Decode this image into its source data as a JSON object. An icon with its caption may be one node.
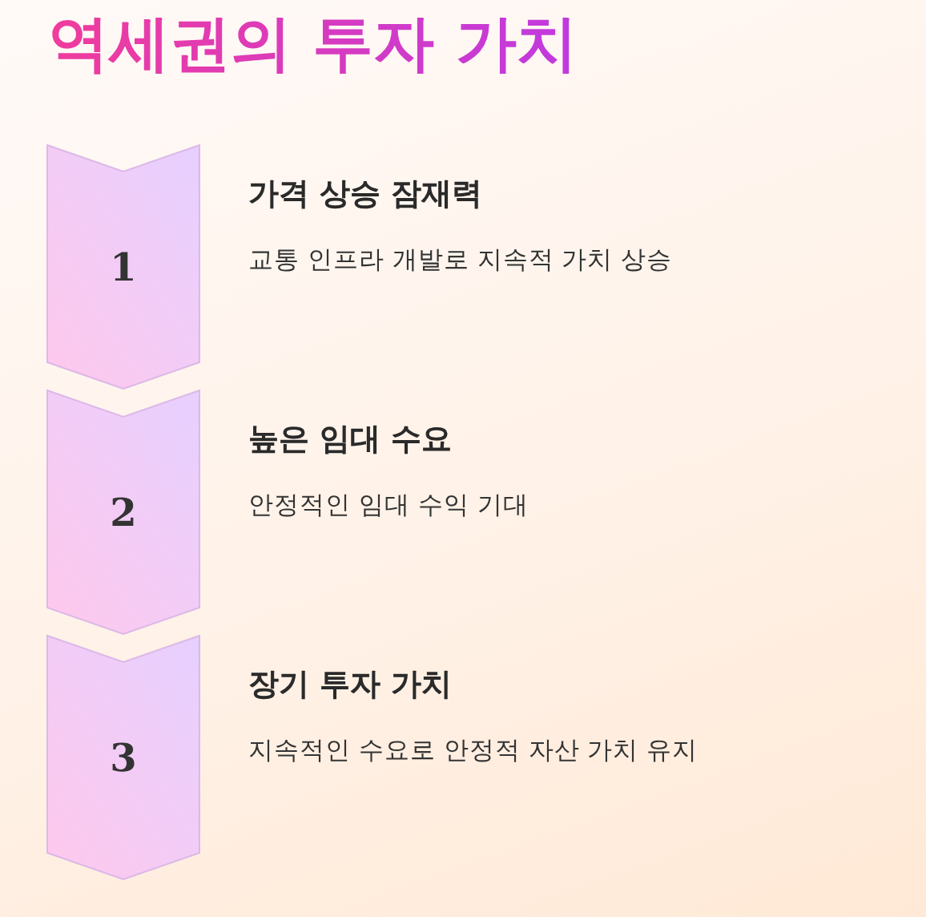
{
  "diagram": {
    "title": "역세권의 투자 가치",
    "nodes": [
      {
        "text": [
          "1"
        ],
        "beside": [
          "가격 상승 잠재력",
          "교통 인프라 개발로 지속적 가치 상승"
        ]
      },
      {
        "text": [
          "2"
        ],
        "beside": [
          "높은 임대 수요",
          "안정적인 임대 수익 기대"
        ]
      },
      {
        "text": [
          "3"
        ],
        "beside": [
          "장기 투자 가치",
          "지속적인 수요로 안정적 자산 가치 유지"
        ]
      }
    ],
    "edges": []
  }
}
